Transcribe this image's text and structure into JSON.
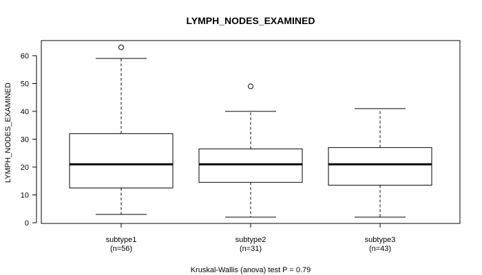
{
  "chart_data": {
    "type": "box",
    "title": "LYMPH_NODES_EXAMINED",
    "ylabel": "LYMPH_NODES_EXAMINED",
    "xlabel": "",
    "ylim": [
      0,
      65
    ],
    "y_ticks": [
      "0",
      "10",
      "20",
      "30",
      "40",
      "50",
      "60"
    ],
    "grid": false,
    "categories": [
      {
        "name": "subtype1",
        "n_label": "(n=56)"
      },
      {
        "name": "subtype2",
        "n_label": "(n=31)"
      },
      {
        "name": "subtype3",
        "n_label": "(n=43)"
      }
    ],
    "boxes": [
      {
        "whisker_low": 3,
        "q1": 12.5,
        "median": 21,
        "q3": 32,
        "whisker_high": 59,
        "outliers": [
          63
        ]
      },
      {
        "whisker_low": 2,
        "q1": 14.5,
        "median": 21,
        "q3": 26.5,
        "whisker_high": 40,
        "outliers": [
          49
        ]
      },
      {
        "whisker_low": 2,
        "q1": 13.5,
        "median": 21,
        "q3": 27,
        "whisker_high": 41,
        "outliers": []
      }
    ],
    "footer_text": "Kruskal-Wallis (anova) test P = 0.79"
  }
}
